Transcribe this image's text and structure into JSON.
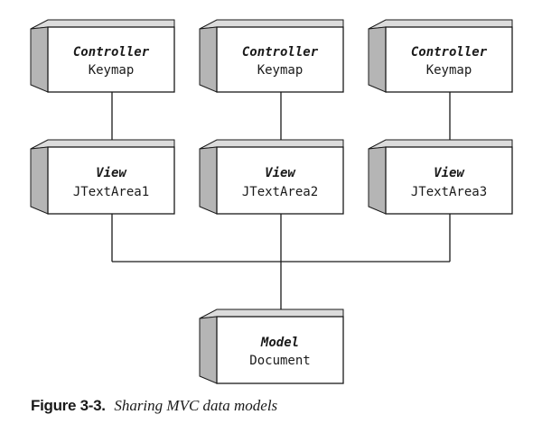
{
  "diagram": {
    "controllers": [
      {
        "role": "Controller",
        "name": "Keymap"
      },
      {
        "role": "Controller",
        "name": "Keymap"
      },
      {
        "role": "Controller",
        "name": "Keymap"
      }
    ],
    "views": [
      {
        "role": "View",
        "name": "JTextArea1"
      },
      {
        "role": "View",
        "name": "JTextArea2"
      },
      {
        "role": "View",
        "name": "JTextArea3"
      }
    ],
    "model": {
      "role": "Model",
      "name": "Document"
    },
    "colors": {
      "box_fill": "#ffffff",
      "box_side": "#b5b5b5",
      "box_top": "#dcdcdc",
      "stroke": "#1a1a1a"
    }
  },
  "caption": {
    "prefix": "Figure 3-3.",
    "text": "Sharing MVC data models"
  }
}
